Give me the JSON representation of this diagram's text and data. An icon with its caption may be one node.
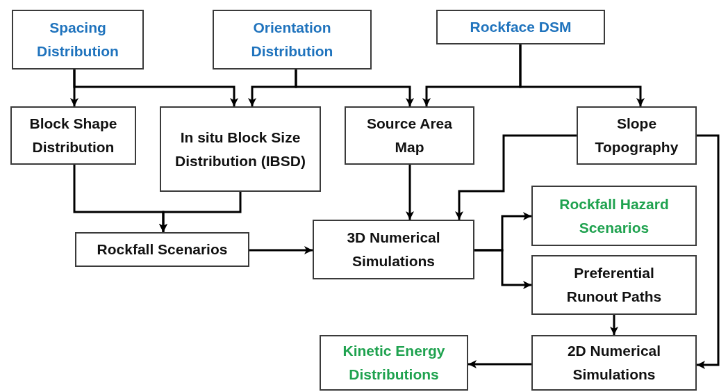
{
  "diagram": {
    "nodes": [
      {
        "text": [
          "Spacing Distribution"
        ]
      },
      {
        "text": [
          "Orientation Distribution"
        ]
      },
      {
        "text": [
          "Rockface DSM"
        ]
      },
      {
        "text": [
          "Block Shape Distribution"
        ]
      },
      {
        "text": [
          "In situ Block Size Distribution (IBSD)"
        ]
      },
      {
        "text": [
          "Source Area Map"
        ]
      },
      {
        "text": [
          "Slope Topography"
        ]
      },
      {
        "text": [
          "Rockfall Scenarios"
        ]
      },
      {
        "text": [
          "3D Numerical Simulations"
        ]
      },
      {
        "text": [
          "Rockfall Hazard Scenarios"
        ]
      },
      {
        "text": [
          "Preferential Runout Paths"
        ]
      },
      {
        "text": [
          "Kinetic Energy Distributions"
        ]
      },
      {
        "text": [
          "2D Numerical Simulations"
        ]
      }
    ],
    "edges": [
      {
        "from": 0,
        "to": 3,
        "arrow": "to"
      },
      {
        "from": 0,
        "to": 4,
        "arrow": "to"
      },
      {
        "from": 1,
        "to": 4,
        "arrow": "to"
      },
      {
        "from": 1,
        "to": 5,
        "arrow": "to"
      },
      {
        "from": 2,
        "to": 5,
        "arrow": "to"
      },
      {
        "from": 2,
        "to": 6,
        "arrow": "to"
      },
      {
        "from": 3,
        "to": 7,
        "arrow": "to"
      },
      {
        "from": 4,
        "to": 7,
        "arrow": "to"
      },
      {
        "from": 5,
        "to": 8,
        "arrow": "to"
      },
      {
        "from": 6,
        "to": 8,
        "arrow": "to"
      },
      {
        "from": 6,
        "to": 12,
        "arrow": "to"
      },
      {
        "from": 7,
        "to": 8,
        "arrow": "to"
      },
      {
        "from": 8,
        "to": 9,
        "arrow": "to"
      },
      {
        "from": 8,
        "to": 10,
        "arrow": "to"
      },
      {
        "from": 10,
        "to": 12,
        "arrow": "to"
      },
      {
        "from": 12,
        "to": 11,
        "arrow": "to"
      }
    ]
  }
}
